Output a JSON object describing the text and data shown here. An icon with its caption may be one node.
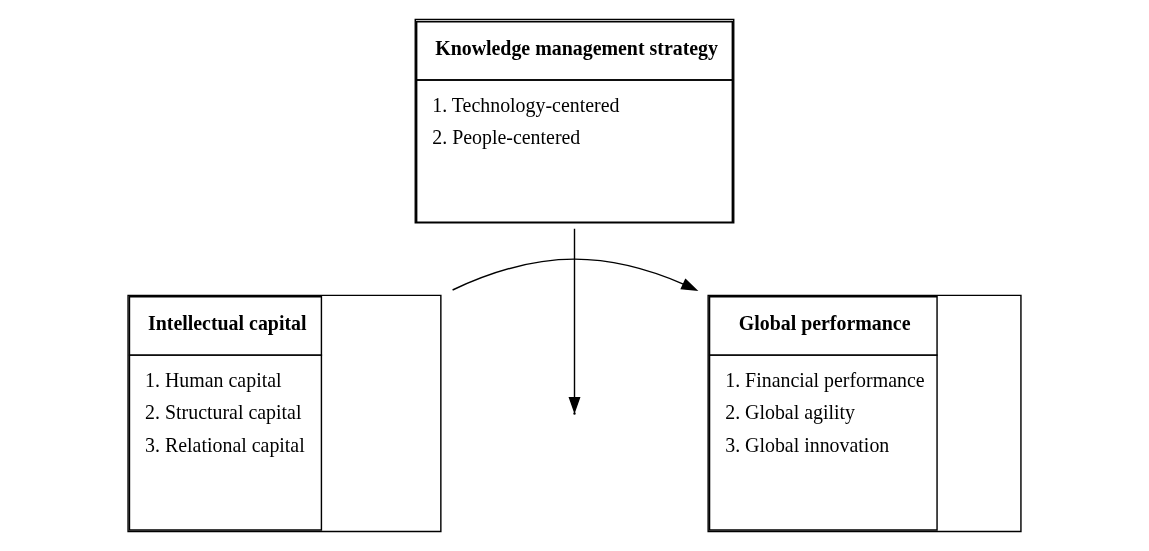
{
  "diagram": {
    "nodes": [
      {
        "text": [
          "Knowledge management strategy",
          "1. Technology-centered",
          "2. People-centered"
        ]
      },
      {
        "text": [
          "Intellectual capital",
          "1. Human capital",
          "2. Structural capital",
          "3. Relational capital"
        ]
      },
      {
        "text": [
          "Global performance",
          "1. Financial performance",
          "2. Global agility",
          "3. Global innovation"
        ]
      }
    ],
    "edges": [
      {
        "from": 1,
        "to": 2,
        "arrow": "to"
      },
      {
        "from": 0,
        "to": null,
        "arrow": "to"
      }
    ]
  }
}
